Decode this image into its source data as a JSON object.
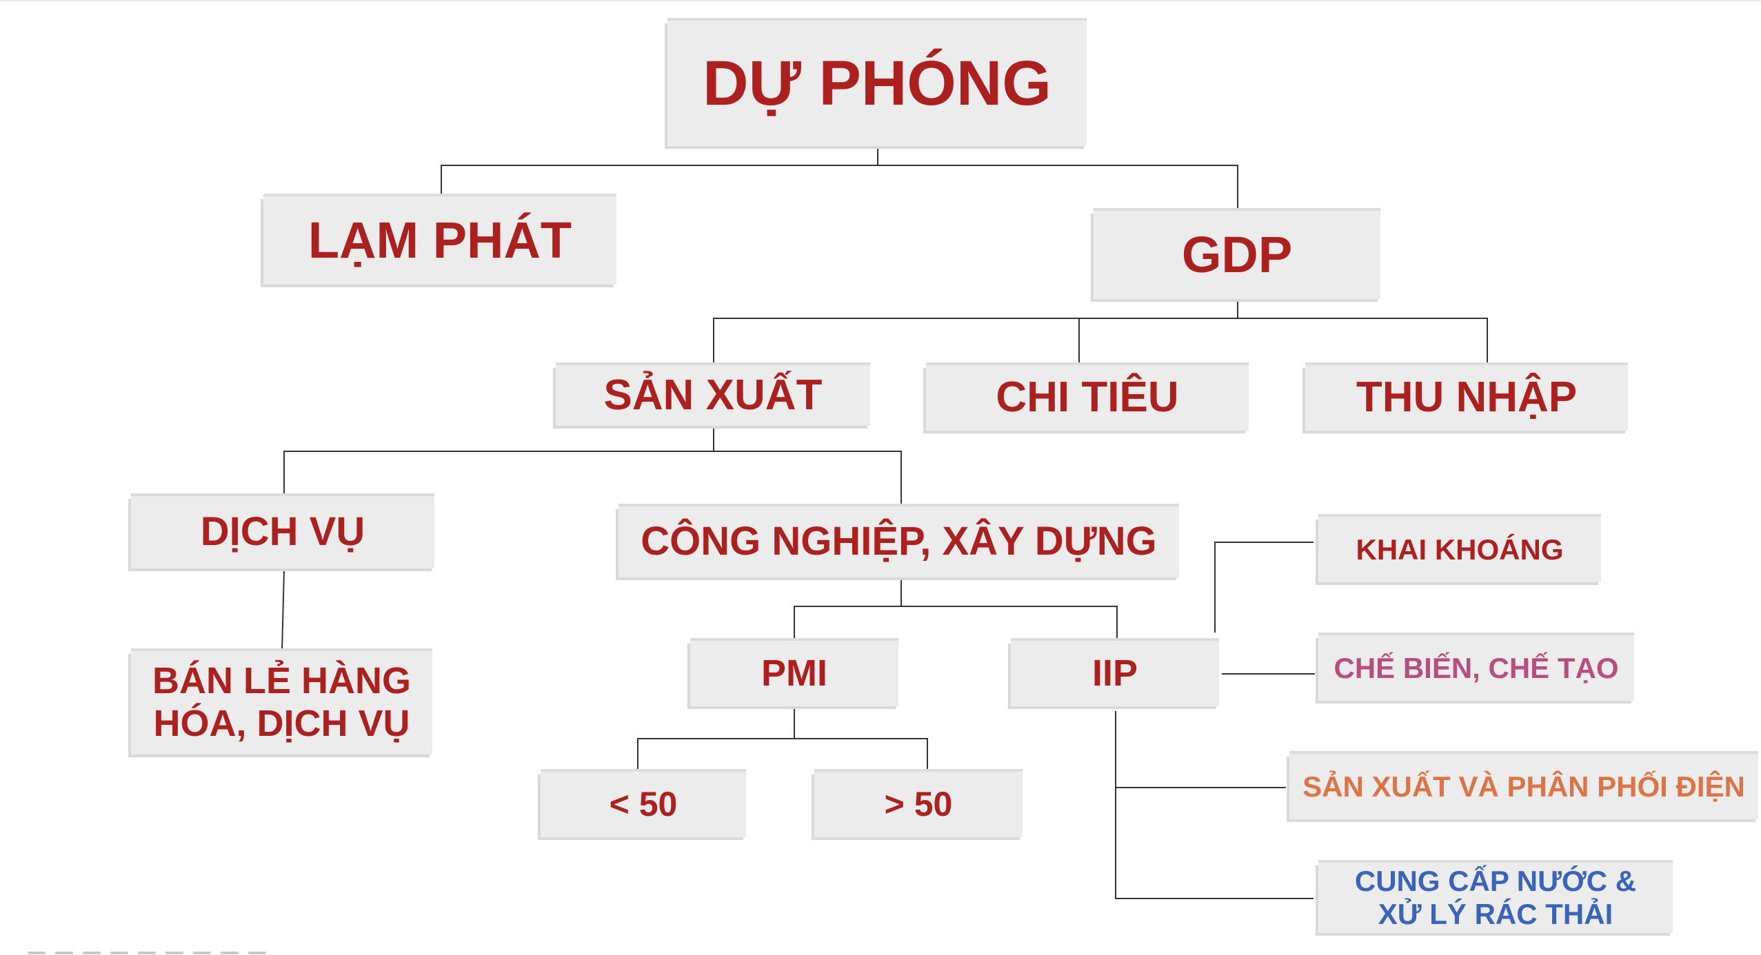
{
  "diagram": {
    "root": "DỰ PHÓNG",
    "inflation": "LẠM PHÁT",
    "gdp": "GDP",
    "production": "SẢN XUẤT",
    "spending": "CHI TIÊU",
    "income": "THU NHẬP",
    "services": "DỊCH VỤ",
    "industry": "CÔNG NGHIỆP, XÂY DỰNG",
    "retail_line1": "BÁN LẺ HÀNG",
    "retail_line2": "HÓA, DỊCH VỤ",
    "pmi": "PMI",
    "iip": "IIP",
    "pmi_low": "< 50",
    "pmi_high": "> 50",
    "mining": "KHAI KHOÁNG",
    "manufacturing": "CHẾ BIẾN, CHẾ TẠO",
    "electricity": "SẢN XUẤT VÀ PHÂN PHỐI ĐIỆN",
    "water_line1": "CUNG CẤP NƯỚC &",
    "water_line2": "XỬ LÝ RÁC THẢI"
  },
  "colors": {
    "primary_text": "#ac2020",
    "manufacturing_text": "#b5507e",
    "electricity_text": "#dd7448",
    "water_text": "#3a64b9",
    "box_fill": "#ececec",
    "connector": "#333333"
  }
}
